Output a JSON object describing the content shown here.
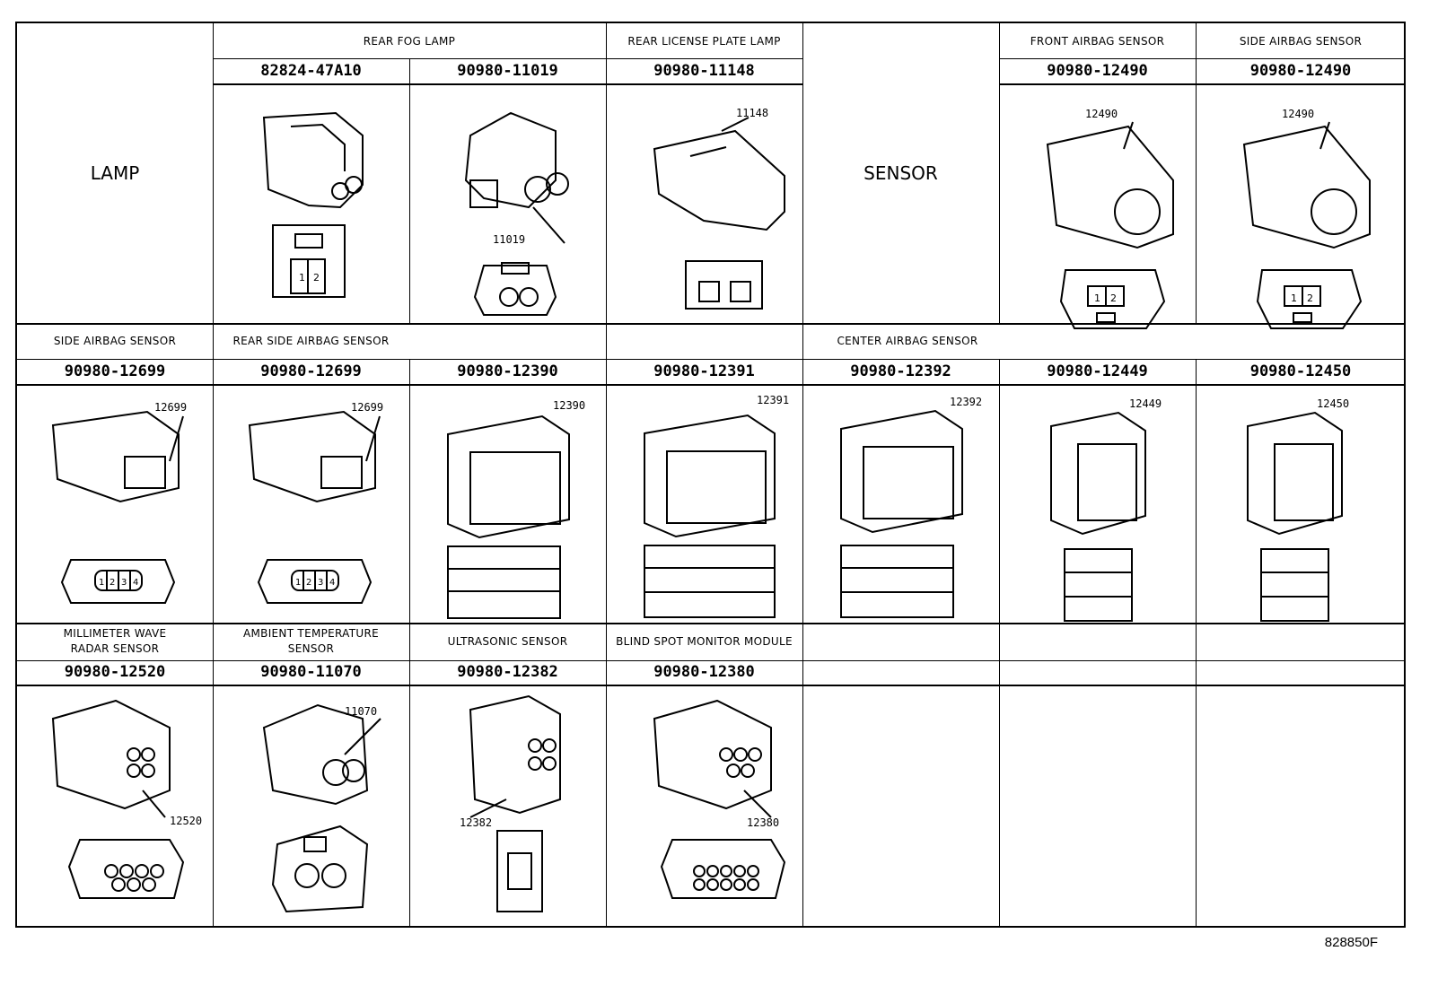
{
  "row1": {
    "left_label": "LAMP",
    "mid_label": "SENSOR",
    "headers": [
      "REAR FOG LAMP",
      "REAR LICENSE PLATE LAMP",
      "FRONT AIRBAG SENSOR",
      "SIDE AIRBAG SENSOR"
    ],
    "parts": [
      "82824-47A10",
      "90980-11019",
      "90980-11148",
      "90980-12490",
      "90980-12490"
    ],
    "callouts": [
      "11019",
      "11148",
      "12490",
      "12490"
    ],
    "pins": [
      "1",
      "2"
    ]
  },
  "row2": {
    "headers": [
      "SIDE AIRBAG SENSOR",
      "REAR SIDE AIRBAG SENSOR",
      "CENTER AIRBAG SENSOR"
    ],
    "parts": [
      "90980-12699",
      "90980-12699",
      "90980-12390",
      "90980-12391",
      "90980-12392",
      "90980-12449",
      "90980-12450"
    ],
    "callouts": [
      "12699",
      "12699",
      "12390",
      "12391",
      "12392",
      "12449",
      "12450"
    ],
    "pins4": [
      "1",
      "2",
      "3",
      "4"
    ]
  },
  "row3": {
    "headers": [
      "MILLIMETER WAVE",
      "RADAR SENSOR",
      "AMBIENT TEMPERATURE",
      "SENSOR",
      "ULTRASONIC SENSOR",
      "BLIND SPOT MONITOR MODULE"
    ],
    "parts": [
      "90980-12520",
      "90980-11070",
      "90980-12382",
      "90980-12380"
    ],
    "callouts": [
      "12520",
      "11070",
      "12382",
      "12380"
    ]
  },
  "figure_code": "828850F"
}
